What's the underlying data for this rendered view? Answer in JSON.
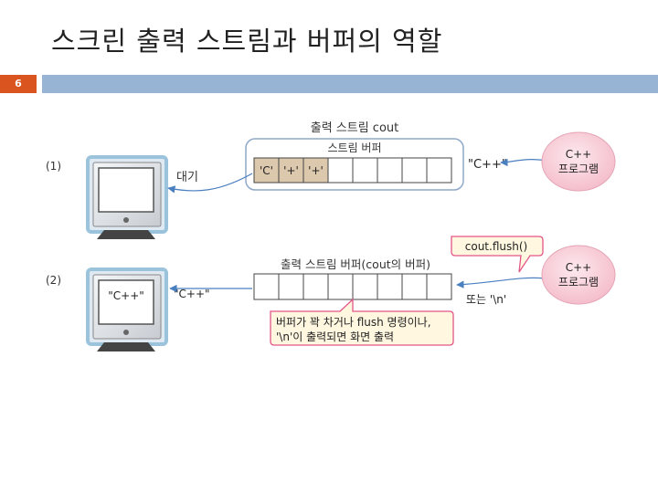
{
  "slide": {
    "title": "스크린 출력 스트림과 버퍼의 역할",
    "page_number": "6"
  },
  "colors": {
    "accent_orange": "#d9541e",
    "header_bar": "#97b4d4",
    "buffer_filled": "#dcc8ad",
    "callout_fill": "#fff7e0",
    "callout_border": "#e3568a"
  },
  "part1": {
    "label": "(1)",
    "outer_label": "출력 스트림 cout",
    "inner_label": "스트림 버퍼",
    "cells": [
      "'C'",
      "'+'",
      "'+'",
      "",
      "",
      "",
      "",
      "",
      ""
    ],
    "wait_label": "대기",
    "string_label": "\"C++\"",
    "program_line1": "C++",
    "program_line2": "프로그램"
  },
  "part2": {
    "label": "(2)",
    "buffer_label": "출력 스트림 버퍼(cout의 버퍼)",
    "cells": [
      "",
      "",
      "",
      "",
      "",
      "",
      "",
      "",
      ""
    ],
    "screen_text": "\"C++\"",
    "output_label": "\"C++\"",
    "flush_label": "cout.flush()",
    "or_label": "또는 '\\n'",
    "callout_line1": "버퍼가 꽉 차거나  flush 명령이나,",
    "callout_line2": "'\\n'이 출력되면  화면 출력",
    "program_line1": "C++",
    "program_line2": "프로그램"
  }
}
